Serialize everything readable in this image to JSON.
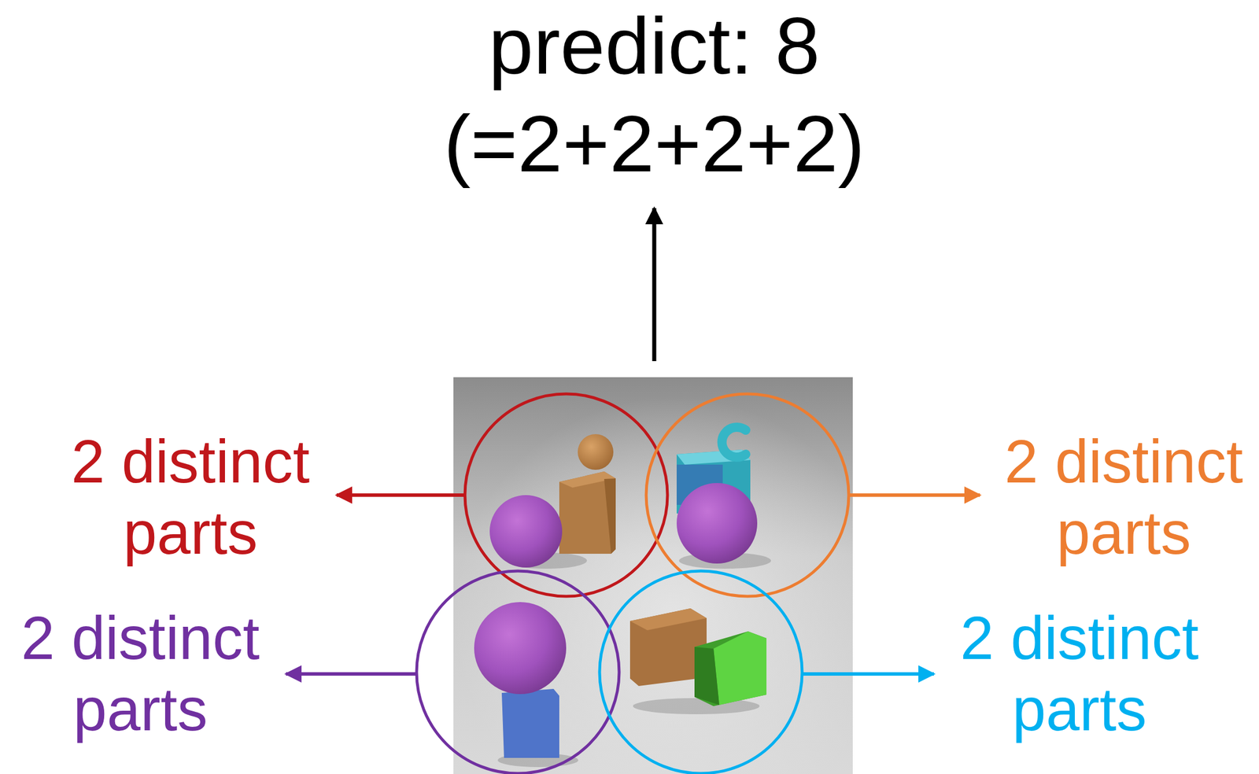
{
  "diagram": {
    "labels": [
      "predict: 8",
      "(=2+2+2+2)",
      "2 distinct parts",
      "2 distinct parts",
      "2 distinct parts",
      "2 distinct parts"
    ]
  }
}
